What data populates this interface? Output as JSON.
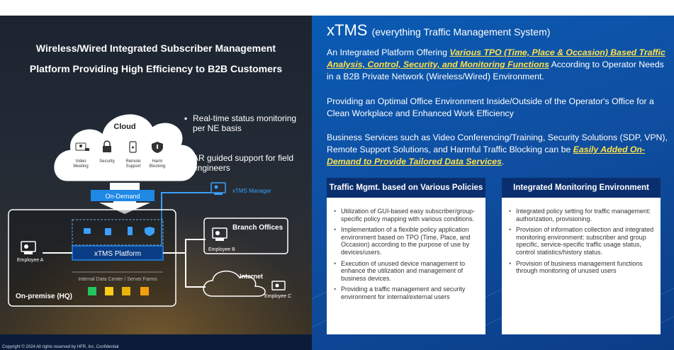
{
  "left_panel": {
    "title_line1": "Wireless/Wired Integrated Subscriber Management",
    "title_line2": "Platform Providing High Efficiency to B2B Customers",
    "bullets": [
      "Real-time status monitoring per NE basis",
      "AR guided support for field engineers"
    ],
    "diagram": {
      "cloud_label": "Cloud",
      "cloud_services": [
        {
          "label1": "Video",
          "label2": "Meeting",
          "icon": "video-meeting-icon"
        },
        {
          "label1": "Security",
          "label2": "",
          "icon": "lock-icon"
        },
        {
          "label1": "Remote",
          "label2": "Support",
          "icon": "mobile-icon"
        },
        {
          "label1": "Harm",
          "label2": "Blocking",
          "icon": "shield-icon"
        }
      ],
      "on_demand": "On-Demand",
      "xtms_manager": "xTMS Manager",
      "branch_offices": "Branch Offices",
      "employee_a": "Employee A",
      "employee_b": "Employee B",
      "employee_c": "Employee C",
      "internet": "Internet",
      "platform": "xTMS Platform",
      "data_center": "Internal Data Center / Server Farms",
      "on_premise": "On-premise (HQ)"
    }
  },
  "right_panel": {
    "title": "xTMS",
    "title_sub": "(everything Traffic Management System)",
    "para1_pre": "An Integrated Platform Offering ",
    "para1_em": "Various TPO (Time, Place & Occasion) Based Traffic Analysis, Control, Security, and Monitoring Functions",
    "para1_post": " According to Operator Needs in a B2B Private Network (Wireless/Wired) Environment.",
    "para2": "Providing an Optimal Office Environment Inside/Outside of the Operator's Office for a Clean Workplace and Enhanced Work Efficiency",
    "para3_pre": "Business Services such as Video Conferencing/Training, Security Solutions (SDP, VPN), Remote Support Solutions, and Harmful Traffic Blocking can be ",
    "para3_em": "Easily Added On-Demand to Provide Tailored Data Services",
    "para3_post": ".",
    "card1": {
      "title": "Traffic Mgmt. based on Various Policies",
      "items": [
        "Utilization of GUI-based easy subscriber/group-specific policy mapping with various conditions.",
        "Implementation of a flexible policy application environment based on TPO (Time, Place, and Occasion) according to the purpose of use by devices/users.",
        "Execution of unused device management to enhance the utilization and management of business devices.",
        "Providing a traffic management and security environment for internal/external users"
      ]
    },
    "card2": {
      "title": "Integrated Monitoring Environment",
      "items": [
        "Integrated policy setting for traffic management: authorization, provisioning.",
        "Provision of information collection and integrated monitoring environment: subscriber and group specific, service-specific traffic usage status, control statistics/history status.",
        "Provision of business management functions through monitoring of unused users"
      ]
    }
  },
  "footer": {
    "copyright": "Copyright © 2024 All rights reserved by HFR, Inc. Confidential"
  },
  "colors": {
    "accent_yellow": "#ffe14a",
    "platform_blue": "#1e88e5",
    "card_header": "#0b2f6e"
  }
}
